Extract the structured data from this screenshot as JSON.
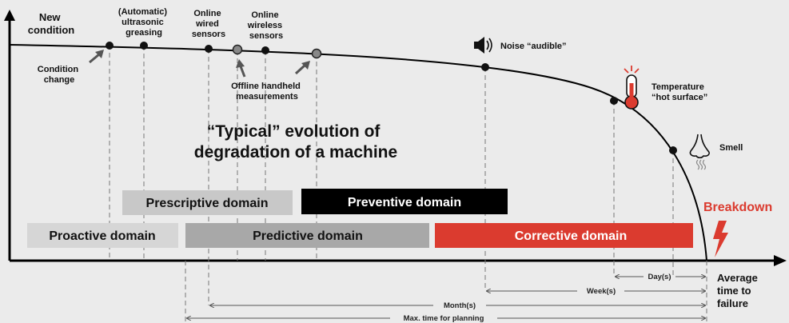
{
  "axes": {
    "y_label": [
      "New",
      "condition"
    ],
    "x_label": [
      "Average",
      "time to",
      "failure"
    ]
  },
  "title": [
    "“Typical” evolution of",
    "degradation of a machine"
  ],
  "stages": {
    "condition_change": [
      "Condition",
      "change"
    ],
    "greasing": [
      "(Automatic)",
      "ultrasonic",
      "greasing"
    ],
    "wired": [
      "Online",
      "wired",
      "sensors"
    ],
    "wireless": [
      "Online",
      "wireless",
      "sensors"
    ],
    "offline": [
      "Offline handheld",
      "measurements"
    ],
    "noise": "Noise “audible”",
    "temperature": [
      "Temperature",
      "“hot surface”"
    ],
    "smell": "Smell",
    "breakdown": "Breakdown"
  },
  "domains": {
    "prescriptive": "Prescriptive domain",
    "preventive": "Preventive domain",
    "proactive": "Proactive domain",
    "predictive": "Predictive domain",
    "corrective": "Corrective domain"
  },
  "timeframes": {
    "days": "Day(s)",
    "weeks": "Week(s)",
    "months": "Month(s)",
    "planning": "Max. time for planning"
  },
  "colors": {
    "prescriptive": "#c8c8c8",
    "preventive": "#000000",
    "proactive": "#d6d6d6",
    "predictive": "#a8a8a8",
    "corrective": "#db3b2f",
    "breakdown": "#db3b2f",
    "axis": "#000000"
  },
  "icons": [
    "speaker-icon",
    "thermometer-icon",
    "nose-icon",
    "lightning-icon"
  ]
}
